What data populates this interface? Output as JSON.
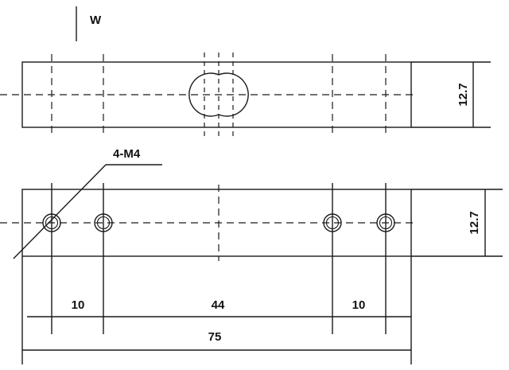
{
  "load_label": "W",
  "hole_callout": "4-M4",
  "dimensions": {
    "top_view_height": "12.7",
    "side_view_height": "12.7",
    "end_spacing_left": "10",
    "hole_center_spacing": "44",
    "end_spacing_right": "10",
    "overall_length": "75"
  },
  "colors": {
    "line": "#1a1a1a",
    "text": "#111111",
    "background": "#ffffff"
  }
}
